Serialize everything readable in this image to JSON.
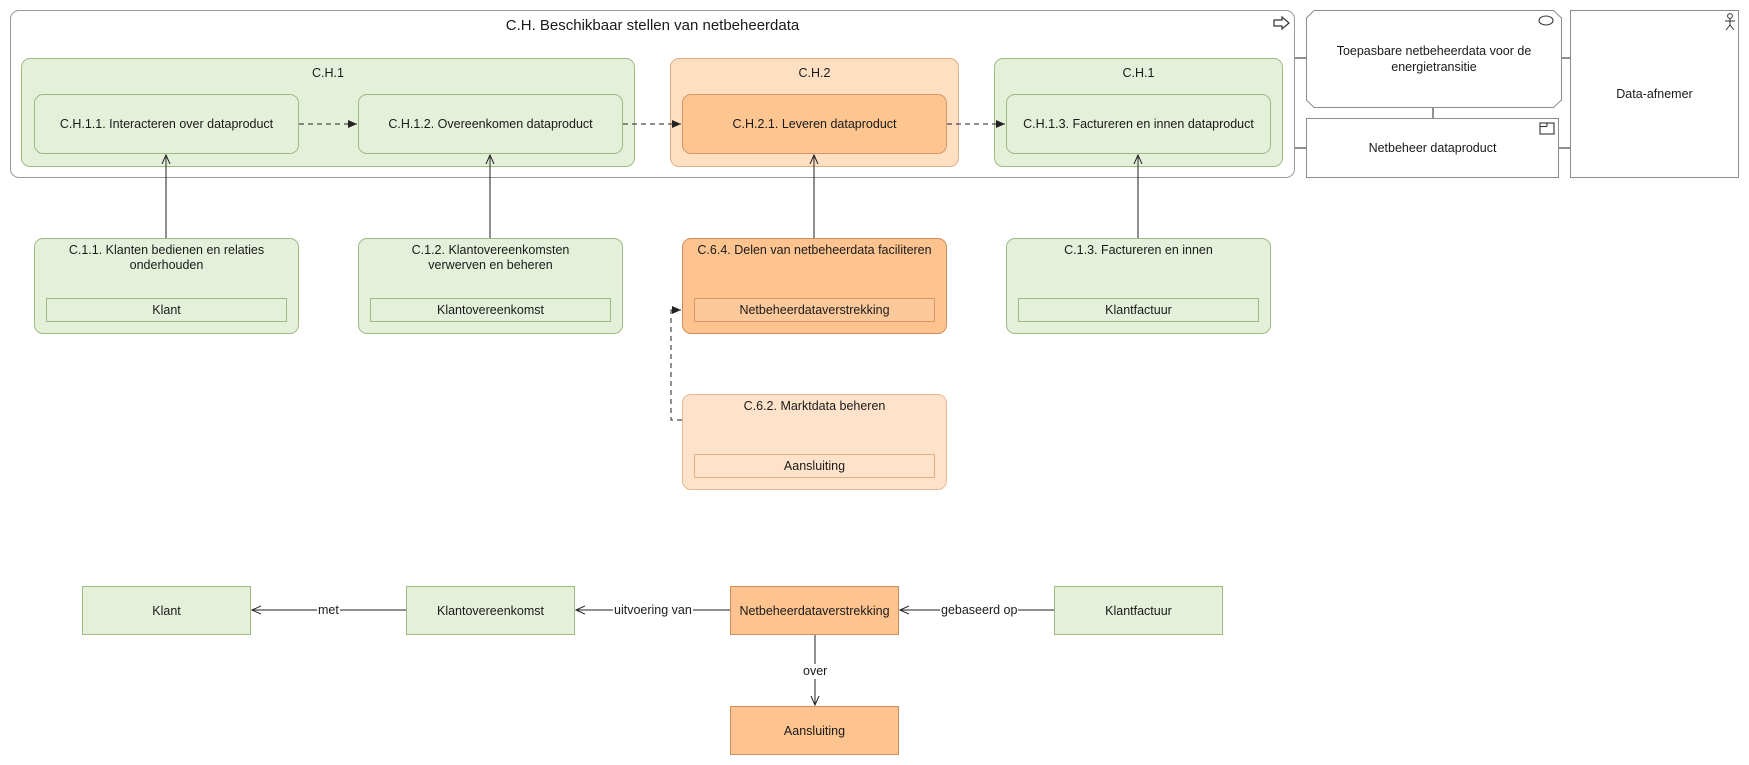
{
  "value_stream": {
    "title": "C.H. Beschikbaar stellen van netbeheerdata",
    "groups": [
      {
        "title": "C.H.1",
        "stage": "C.H.1.1. Interacteren over dataproduct",
        "stage2": "C.H.1.2. Overeenkomen dataproduct"
      },
      {
        "title": "C.H.2",
        "stage": "C.H.2.1. Leveren dataproduct"
      },
      {
        "title": "C.H.1",
        "stage": "C.H.1.3. Factureren en innen dataproduct"
      }
    ]
  },
  "value": {
    "label": "Toepasbare netbeheerdata voor de energietransitie"
  },
  "product": {
    "label": "Netbeheer dataproduct"
  },
  "actor": {
    "label": "Data-afnemer"
  },
  "capabilities": [
    {
      "title": "C.1.1. Klanten bedienen en relaties onderhouden",
      "object": "Klant"
    },
    {
      "title": "C.1.2. Klantovereenkomsten verwerven en beheren",
      "object": "Klantovereenkomst"
    },
    {
      "title": "C.6.4. Delen van netbeheerdata faciliteren",
      "object": "Netbeheerdataverstrekking"
    },
    {
      "title": "C.1.3. Factureren en innen",
      "object": "Klantfactuur"
    },
    {
      "title": "C.6.2. Marktdata beheren",
      "object": "Aansluiting"
    }
  ],
  "business_objects": {
    "klant": "Klant",
    "klantovereenkomst": "Klantovereenkomst",
    "verstrekking": "Netbeheerdataverstrekking",
    "klantfactuur": "Klantfactuur",
    "aansluiting": "Aansluiting"
  },
  "relations": {
    "met": "met",
    "uitvoering_van": "uitvoering van",
    "gebaseerd_op": "gebaseerd op",
    "over": "over"
  },
  "colors": {
    "green_fill": "#e5f0da",
    "green_border": "#9ebb83",
    "orange_fill": "#fdc99a",
    "orange_border": "#d6976a",
    "pale_orange_fill": "#fee3ca"
  },
  "icons": {
    "value_stream": "arrow-right-outline-icon",
    "value": "ellipse-icon",
    "product": "product-icon",
    "actor": "stick-figure-icon"
  }
}
